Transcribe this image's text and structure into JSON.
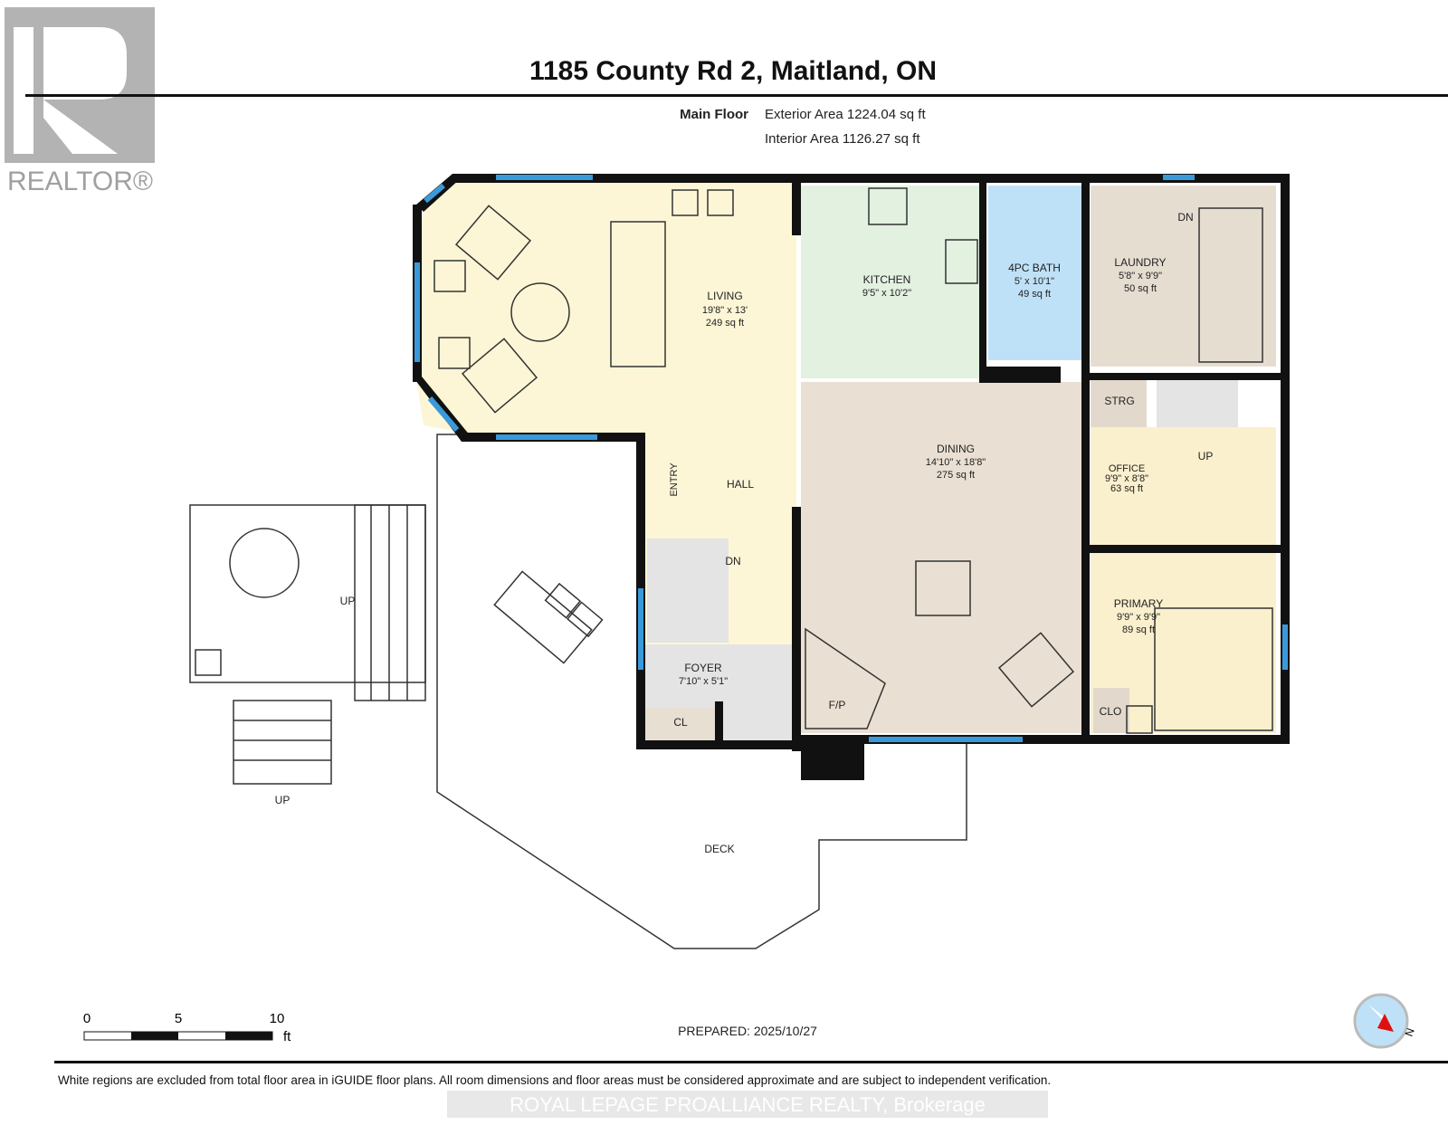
{
  "header": {
    "logo_text": "REALTOR®",
    "title": "1185 County Rd 2, Maitland, ON",
    "floor_name": "Main Floor",
    "exterior_area": "Exterior Area 1224.04 sq ft",
    "interior_area": "Interior Area 1126.27 sq ft"
  },
  "rooms": {
    "living": {
      "name": "LIVING",
      "dims": "19'8\" x 13'",
      "area": "249 sq ft"
    },
    "kitchen": {
      "name": "KITCHEN",
      "dims": "9'5\" x 10'2\""
    },
    "bath": {
      "name": "4PC BATH",
      "dims": "5' x 10'1\"",
      "area": "49 sq ft"
    },
    "laundry": {
      "name": "LAUNDRY",
      "dims": "5'8\" x 9'9\"",
      "area": "50 sq ft"
    },
    "dining": {
      "name": "DINING",
      "dims": "14'10\" x 18'8\"",
      "area": "275 sq ft"
    },
    "strg": {
      "name": "STRG"
    },
    "office": {
      "name": "OFFICE",
      "dims": "9'9\" x 8'8\"",
      "area": "63 sq ft"
    },
    "primary": {
      "name": "PRIMARY",
      "dims": "9'9\" x 9'9\"",
      "area": "89 sq ft"
    },
    "hall": {
      "name": "HALL"
    },
    "entry": {
      "name": "ENTRY"
    },
    "foyer": {
      "name": "FOYER",
      "dims": "7'10\" x 5'1\""
    },
    "cl": {
      "name": "CL"
    },
    "clo": {
      "name": "CLO"
    },
    "fp": {
      "name": "F/P"
    },
    "deck": {
      "name": "DECK"
    }
  },
  "stair_labels": {
    "laundry_dn": "DN",
    "hall_dn": "DN",
    "office_up": "UP",
    "deck_up": "UP",
    "deck_stairs_up": "UP"
  },
  "scale": {
    "ticks": [
      "0",
      "5",
      "10"
    ],
    "unit": "ft"
  },
  "compass": {
    "north_label": "N"
  },
  "footer": {
    "prepared": "PREPARED: 2025/10/27",
    "disclaimer": "White regions are excluded from total floor area in iGUIDE floor plans. All room dimensions and floor areas must be considered approximate and are subject to independent verification.",
    "brokerage": "ROYAL LEPAGE PROALLIANCE REALTY, Brokerage"
  }
}
